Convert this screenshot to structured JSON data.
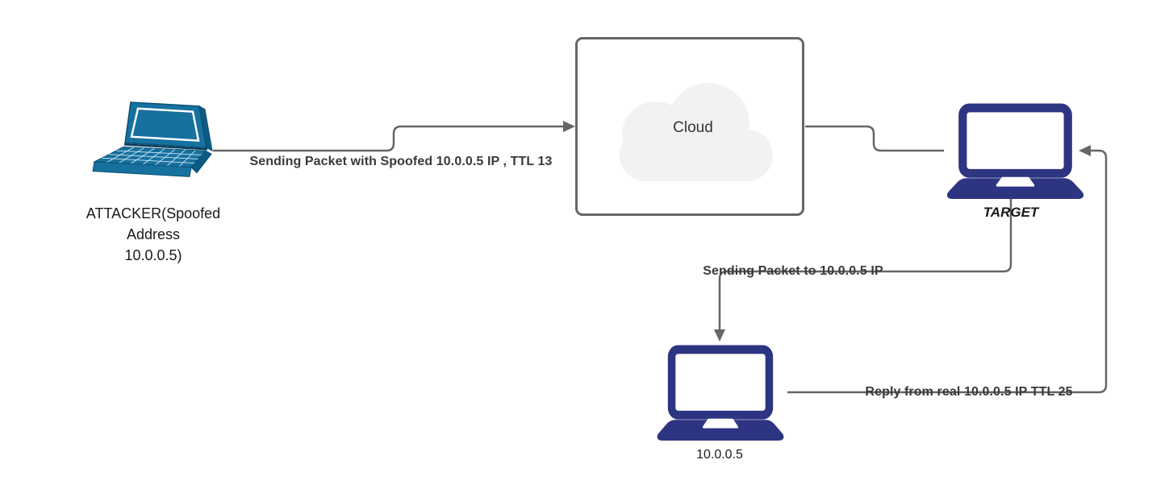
{
  "diagram": {
    "nodes": {
      "attacker": {
        "icon": "laptop-3d-icon",
        "label_line1": "ATTACKER(Spoofed",
        "label_line2": "Address",
        "label_line3": "10.0.0.5)"
      },
      "cloud": {
        "icon": "cloud-icon",
        "label": "Cloud"
      },
      "target": {
        "icon": "laptop-icon",
        "label": "TARGET"
      },
      "real_host": {
        "icon": "laptop-icon",
        "label": "10.0.0.5"
      }
    },
    "edges": {
      "attacker_to_cloud": {
        "label": "Sending Packet with Spoofed 10.0.0.5 IP , TTL 13"
      },
      "cloud_to_target": {
        "label": ""
      },
      "target_to_real_host": {
        "label": "Sending Packet to 10.0.0.5 IP"
      },
      "real_host_to_target": {
        "label": "Reply from real 10.0.0.5 IP TTL 25"
      }
    },
    "colors": {
      "edge_stroke": "#666666",
      "box_border": "#666666",
      "cloud_fill": "#f2f2f2",
      "navy_laptop": "#2d3582",
      "teal_laptop": "#16719f",
      "teal_laptop_dark": "#0d5a82",
      "teal_laptop_outline": "#0a4f75",
      "edge_label_text": "#3a3a3a",
      "node_label_text": "#1a1a1a"
    }
  }
}
